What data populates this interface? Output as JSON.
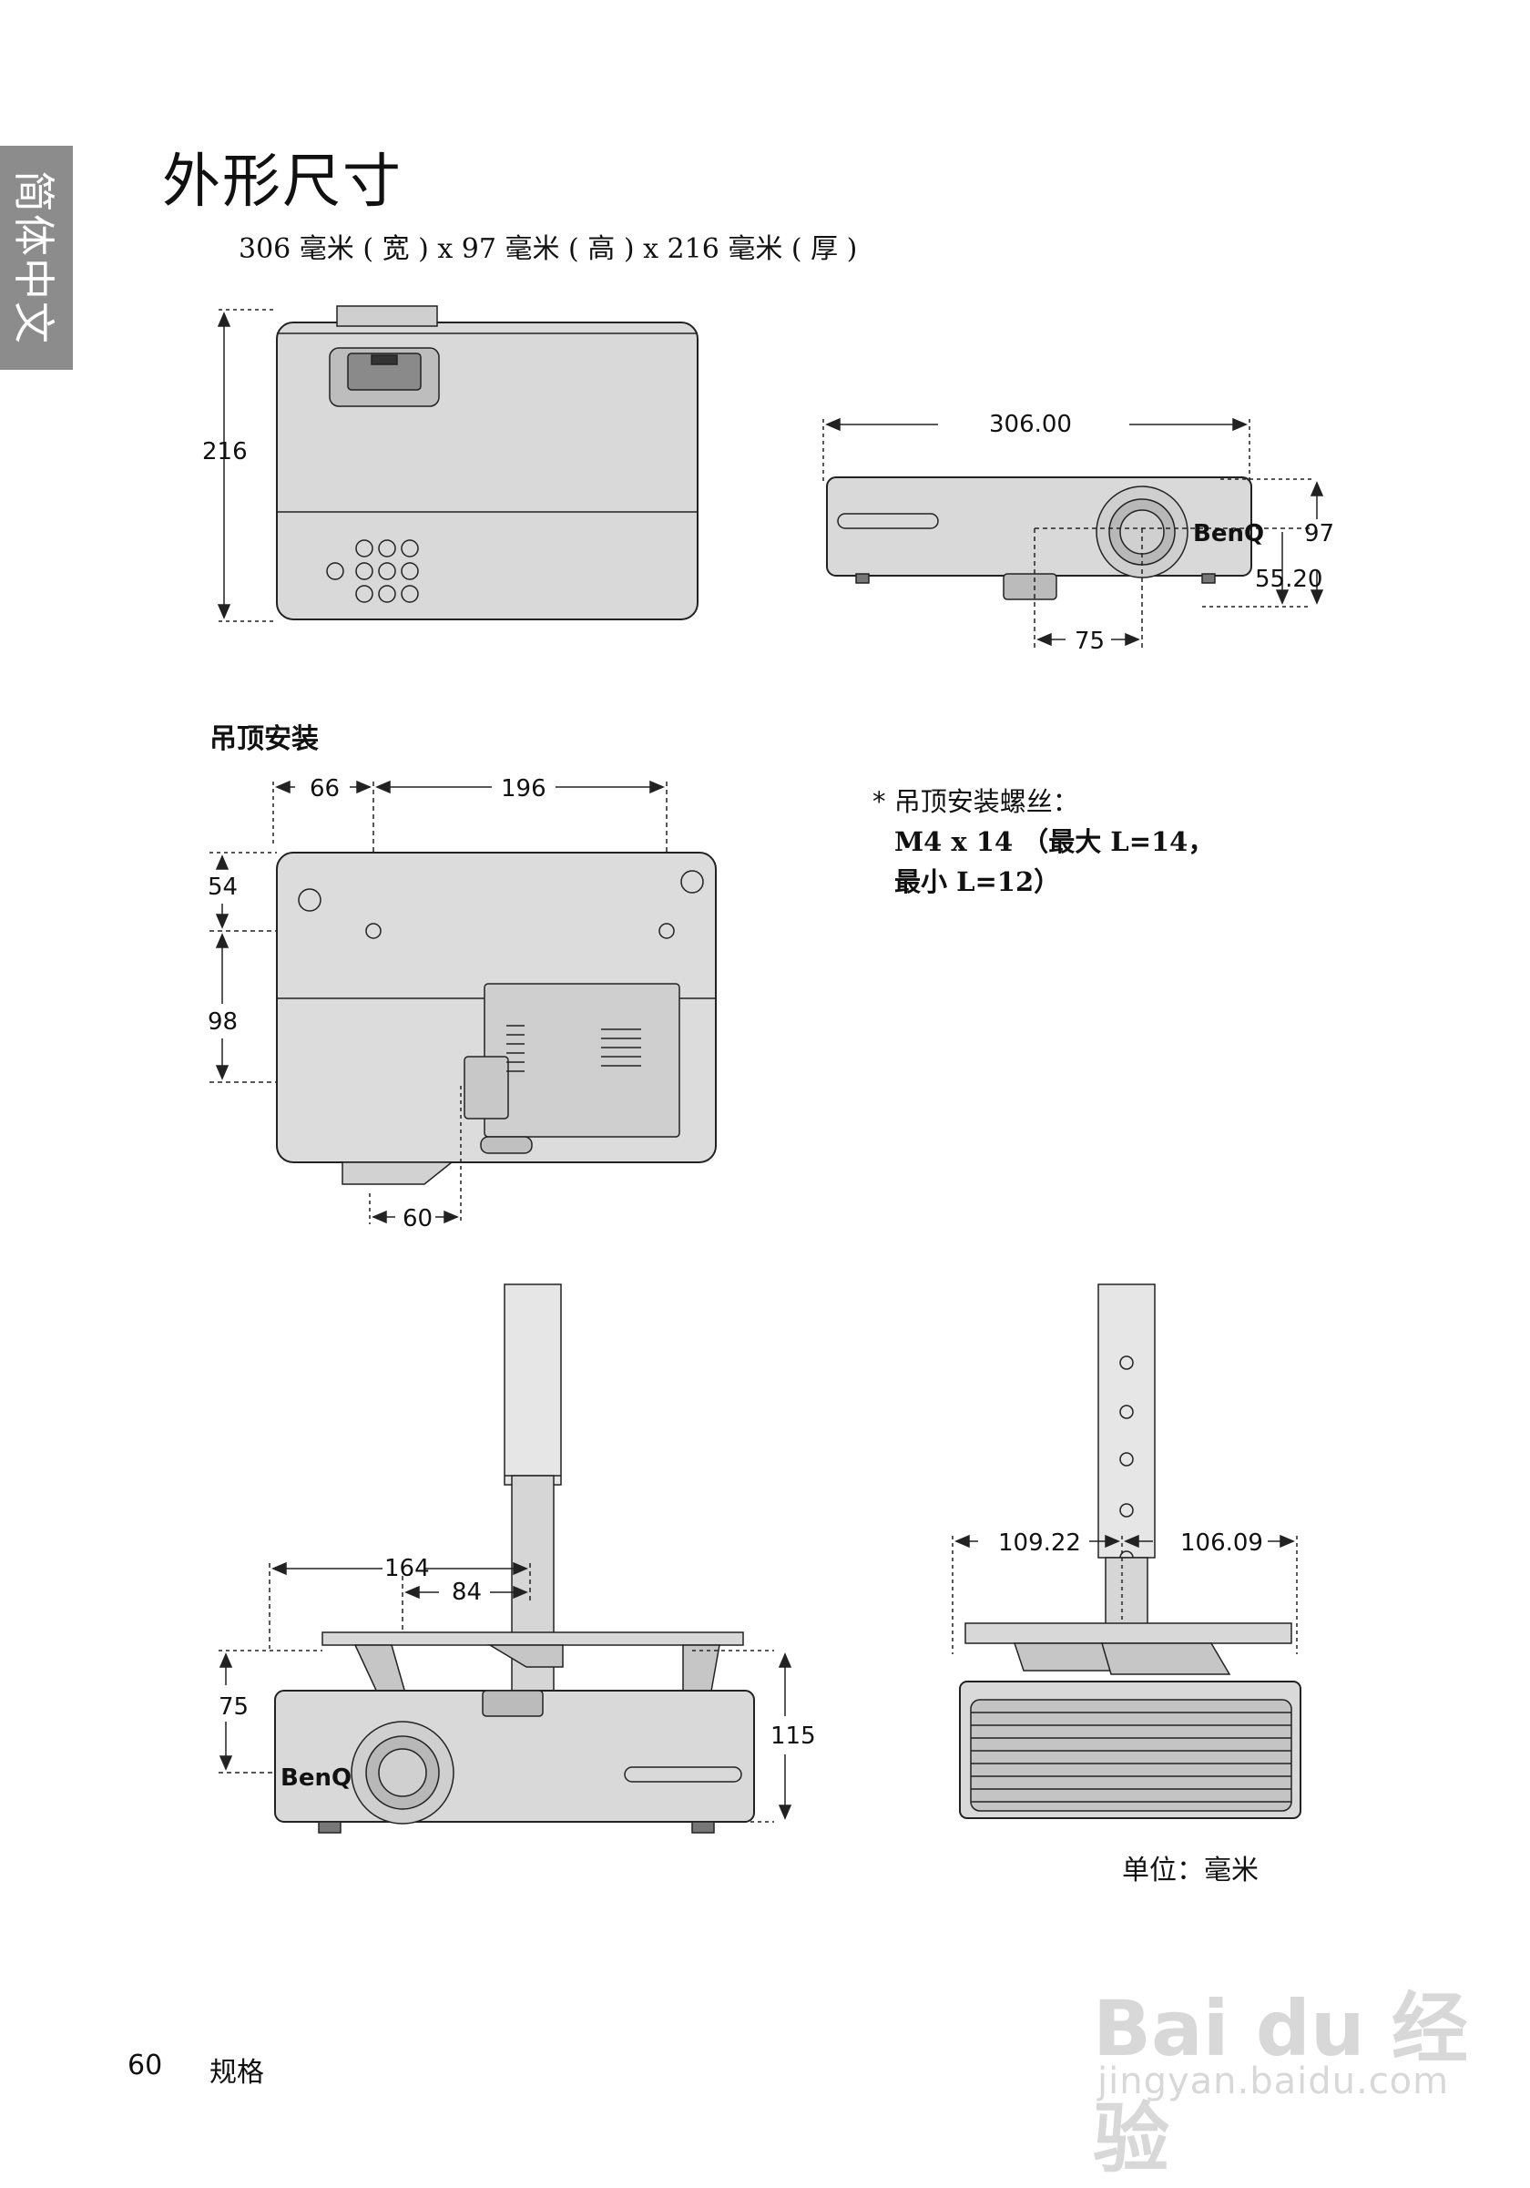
{
  "side_tab": "简体中文",
  "title": "外形尺寸",
  "subtitle": "306 毫米 ( 宽 ) x 97 毫米 ( 高 ) x 216 毫米 ( 厚 )",
  "top_view": {
    "depth_label": "216"
  },
  "front_view": {
    "width_label": "306.00",
    "height_label": "97",
    "lens_height_label": "55.20",
    "lens_offset_label": "75",
    "brand": "BenQ"
  },
  "ceiling": {
    "heading": "吊顶安装",
    "dims": {
      "d66": "66",
      "d196": "196",
      "d54": "54",
      "d98": "98",
      "d60": "60"
    },
    "note_line1": "* 吊顶安装螺丝：",
    "note_line2": "M4 x 14 （最大 L=14，",
    "note_line3": "最小 L=12）"
  },
  "mount_front": {
    "d164": "164",
    "d84": "84",
    "d75": "75",
    "d115": "115",
    "brand": "BenQ"
  },
  "mount_side": {
    "d109": "109.22",
    "d106": "106.09"
  },
  "unit": "单位：毫米",
  "footer": {
    "page_number": "60",
    "section": "规格"
  },
  "watermark": {
    "logo": "Bai du 经验",
    "url": "jingyan.baidu.com"
  }
}
